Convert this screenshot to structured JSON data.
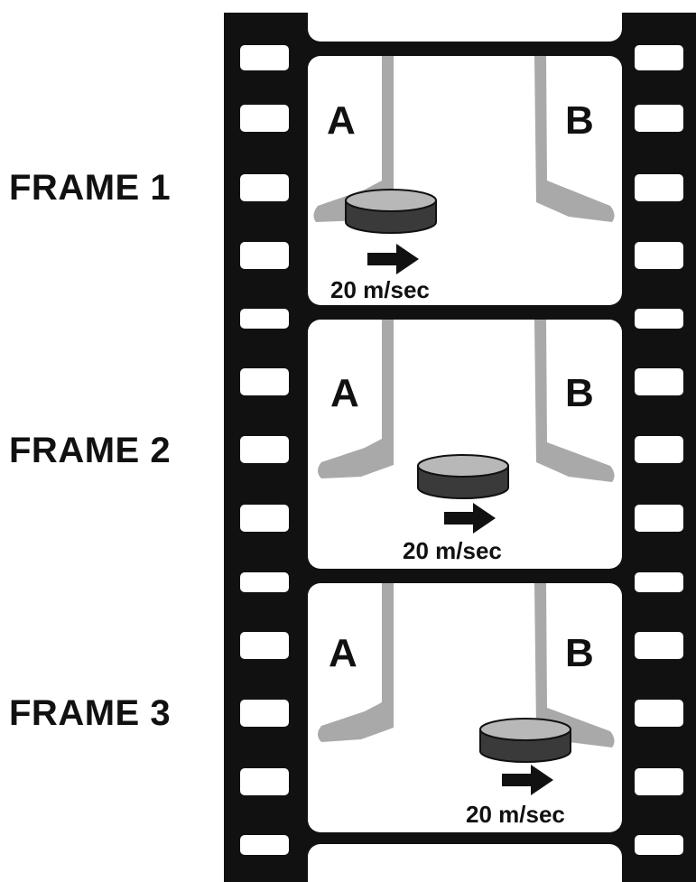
{
  "frames": [
    {
      "label": "FRAME 1",
      "stick_a": "A",
      "stick_b": "B",
      "speed": "20 m/sec"
    },
    {
      "label": "FRAME 2",
      "stick_a": "A",
      "stick_b": "B",
      "speed": "20 m/sec"
    },
    {
      "label": "FRAME 3",
      "stick_a": "A",
      "stick_b": "B",
      "speed": "20 m/sec"
    }
  ],
  "colors": {
    "film": "#111111",
    "frame_bg": "#ffffff",
    "stick": "#a9a9a9",
    "puck_side": "#3a3a3a",
    "puck_top": "#b8b8b8",
    "arrow": "#111111"
  }
}
